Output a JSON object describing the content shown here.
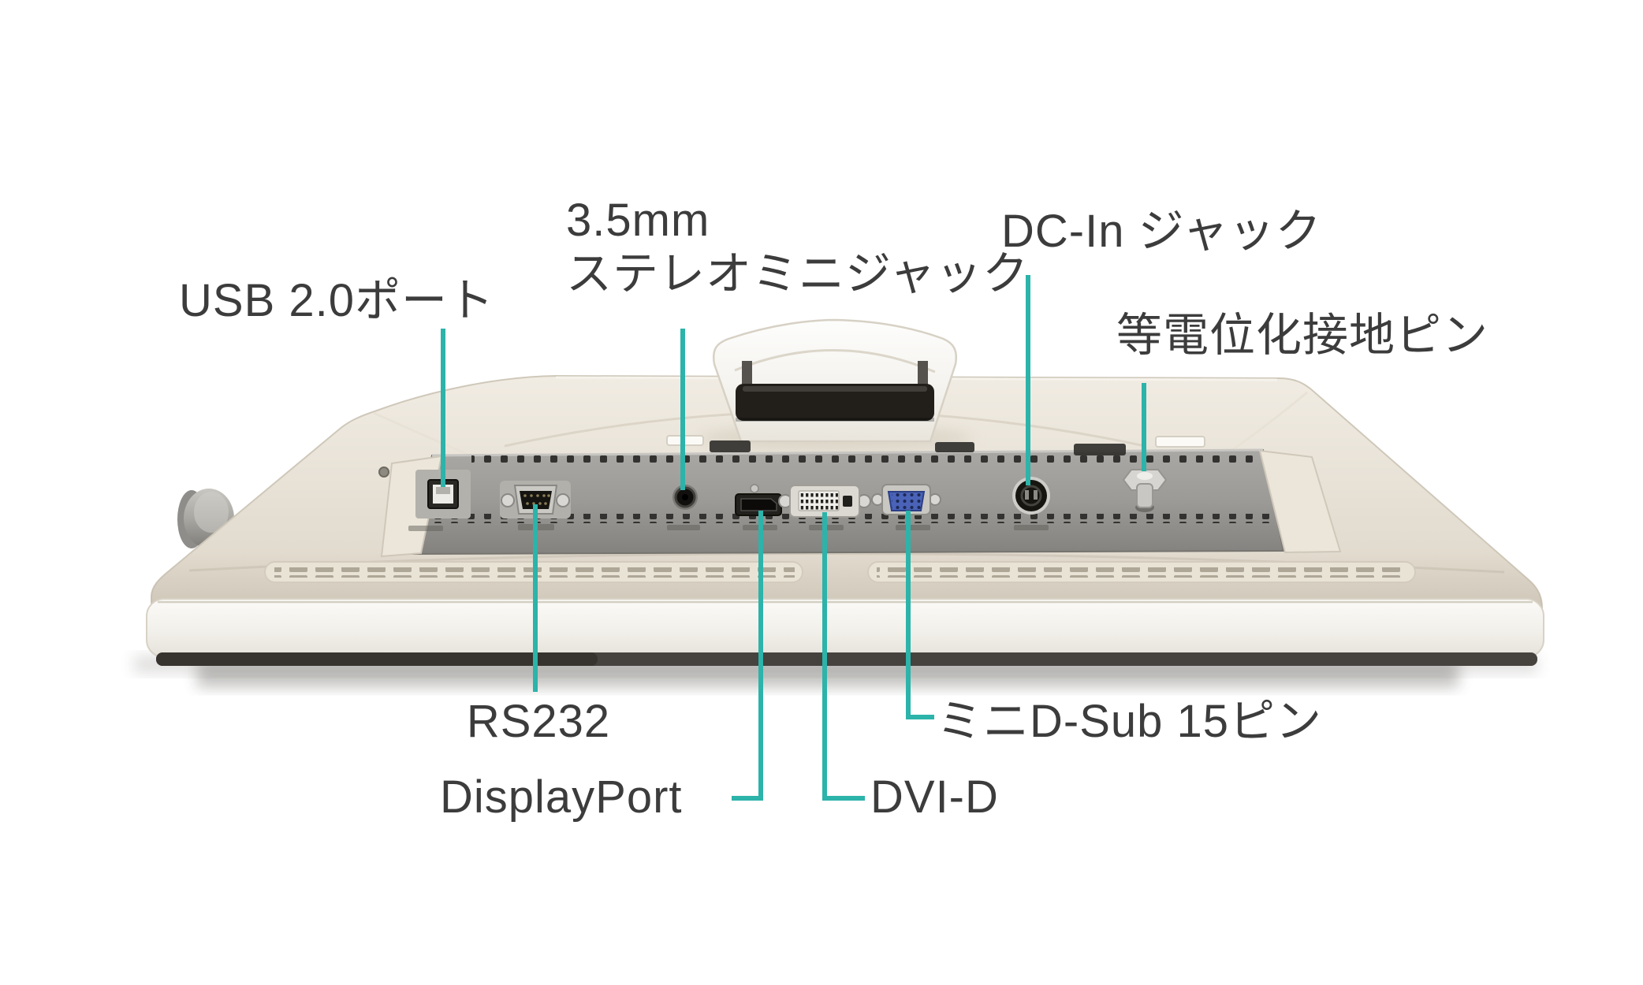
{
  "figure": {
    "type": "monitor-rear-connector-diagram",
    "accent_color": "#2cb3aa",
    "label_text_color": "#3c3c3c",
    "body_color": "#e7e1d6",
    "panel_color": "#9c9a96"
  },
  "labels": {
    "usb": "USB 2.0ポート",
    "audio_line1": "3.5mm",
    "audio_line2": "ステレオミニジャック",
    "dc_in": "DC-In ジャック",
    "ground": "等電位化接地ピン",
    "rs232": "RS232",
    "displayport": "DisplayPort",
    "dvi": "DVI-D",
    "mini_dsub": "ミニD-Sub 15ピン"
  },
  "ports": [
    {
      "name": "usb-2.0-port"
    },
    {
      "name": "rs232-port"
    },
    {
      "name": "3.5mm-stereo-mini-jack"
    },
    {
      "name": "displayport-port"
    },
    {
      "name": "dvi-d-port"
    },
    {
      "name": "mini-d-sub-15pin-port"
    },
    {
      "name": "dc-in-jack"
    },
    {
      "name": "equipotential-grounding-pin"
    }
  ]
}
